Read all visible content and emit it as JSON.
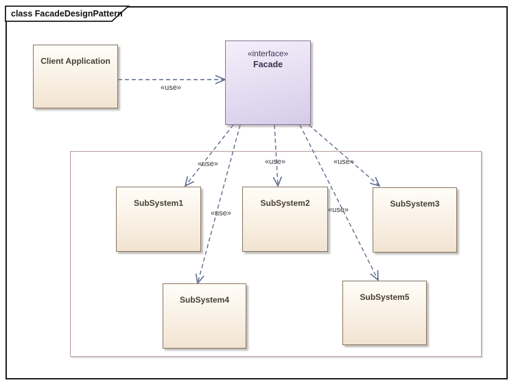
{
  "frame": {
    "title": "class FacadeDesignPattern"
  },
  "nodes": {
    "client": {
      "label": "Client Application"
    },
    "facade": {
      "stereotype": "«interface»",
      "name": "Facade"
    },
    "subsystem1": {
      "label": "SubSystem1"
    },
    "subsystem2": {
      "label": "SubSystem2"
    },
    "subsystem3": {
      "label": "SubSystem3"
    },
    "subsystem4": {
      "label": "SubSystem4"
    },
    "subsystem5": {
      "label": "SubSystem5"
    }
  },
  "edges": {
    "client_to_facade": {
      "from": "Client Application",
      "to": "Facade",
      "label": "«use»",
      "style": "dashed-dependency"
    },
    "facade_to_subsystem1": {
      "from": "Facade",
      "to": "SubSystem1",
      "label": "«use»",
      "style": "dashed-dependency"
    },
    "facade_to_subsystem2": {
      "from": "Facade",
      "to": "SubSystem2",
      "label": "«use»",
      "style": "dashed-dependency"
    },
    "facade_to_subsystem3": {
      "from": "Facade",
      "to": "SubSystem3",
      "label": "«use»",
      "style": "dashed-dependency"
    },
    "facade_to_subsystem4": {
      "from": "Facade",
      "to": "SubSystem4",
      "label": "«use»",
      "style": "dashed-dependency"
    },
    "facade_to_subsystem5": {
      "from": "Facade",
      "to": "SubSystem5",
      "label": "«use»",
      "style": "dashed-dependency"
    }
  },
  "colors": {
    "frame_border": "#1b1b1b",
    "boundary_border": "#b29b9b",
    "node_fill_top": "#fffdf8",
    "node_fill_bottom": "#f1e3d1",
    "node_border": "#86735f",
    "node_text": "#473e33",
    "interface_fill_top": "#f3f0fa",
    "interface_fill_bottom": "#d5cbe9",
    "interface_border": "#84759a",
    "interface_text": "#3a3550",
    "edge_stroke": "#5c6a8c",
    "use_text": "#3b3b3b"
  }
}
